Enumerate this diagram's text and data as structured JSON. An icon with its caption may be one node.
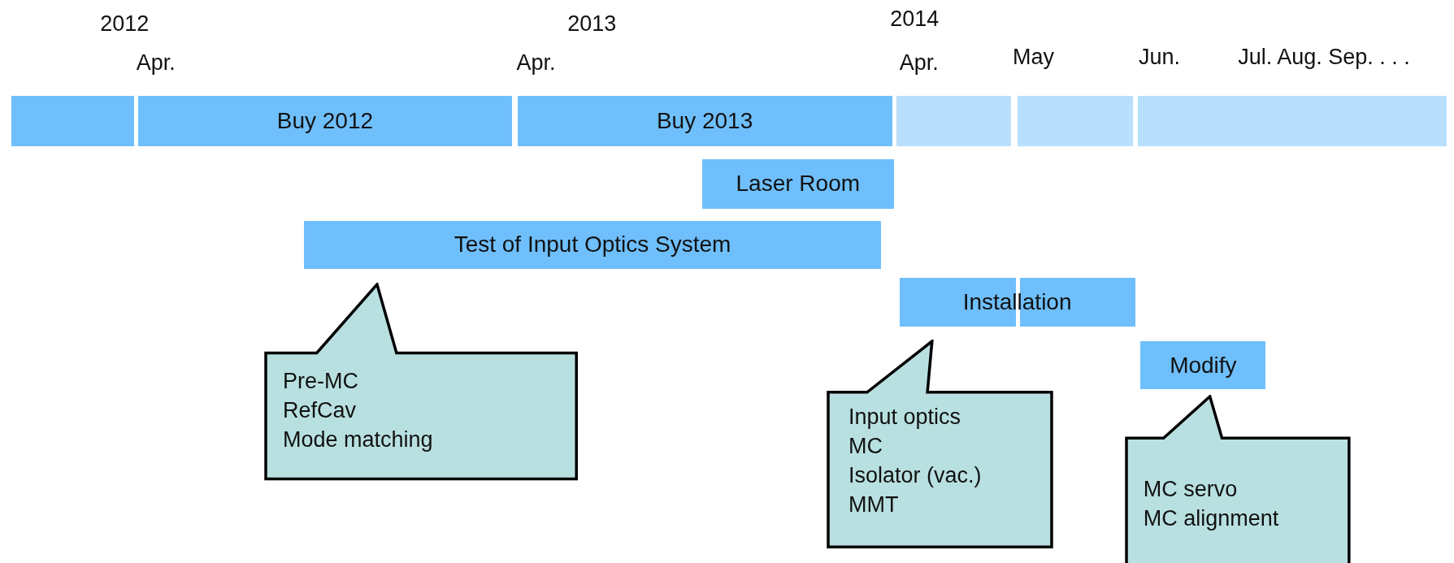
{
  "diagram": {
    "nodes": [
      {
        "text": [],
        "shape": "bar"
      },
      {
        "text": [
          "Buy 2012"
        ]
      },
      {
        "text": [
          "Buy 2013"
        ]
      },
      {
        "text": [],
        "shape": "bar"
      },
      {
        "text": [],
        "shape": "bar"
      },
      {
        "text": [],
        "shape": "bar"
      },
      {
        "text": [
          "Laser Room"
        ]
      },
      {
        "text": [
          "Test of Input Optics System"
        ]
      },
      {
        "text": [
          "Installation"
        ]
      },
      {
        "text": [
          "Modify"
        ]
      },
      {
        "text": [
          "Pre-MC",
          "RefCav",
          "Mode matching"
        ]
      },
      {
        "text": [
          "Input optics",
          "MC",
          "Isolator (vac.)",
          "MMT"
        ]
      },
      {
        "text": [
          "MC servo",
          "MC alignment"
        ]
      }
    ],
    "labels": [
      "2012",
      "2013",
      "2014",
      "Apr.",
      "Apr.",
      "Apr.",
      "May",
      "Jun.",
      "Jul. Aug. Sep. . . ."
    ]
  }
}
